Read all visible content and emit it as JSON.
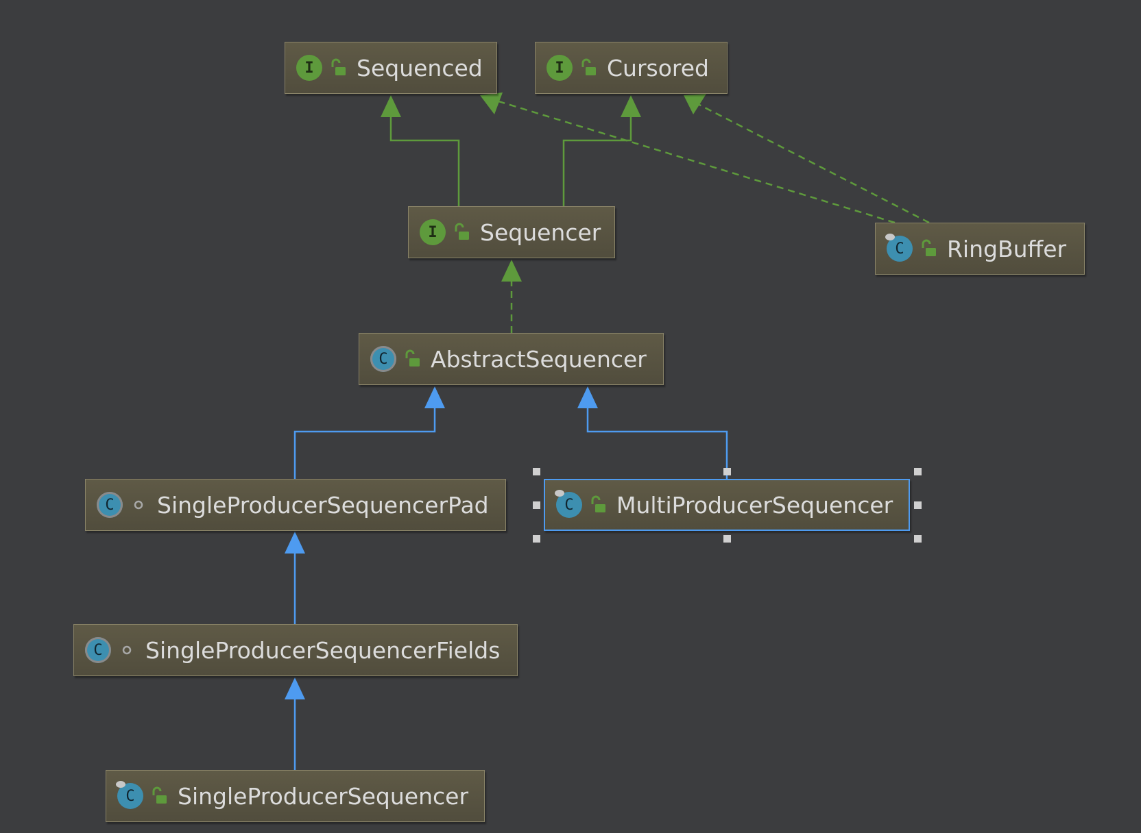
{
  "colors": {
    "background": "#3c3d3f",
    "interface_edge": "#5e9a3c",
    "class_edge": "#4e9bf0",
    "node_border": "#8a8468",
    "text": "#dcdcdc"
  },
  "nodes": [
    {
      "id": "sequenced",
      "label": "Sequenced",
      "kind": "interface",
      "kind_icon": "interface-icon",
      "visibility": "public"
    },
    {
      "id": "cursored",
      "label": "Cursored",
      "kind": "interface",
      "kind_icon": "interface-icon",
      "visibility": "public"
    },
    {
      "id": "sequencer",
      "label": "Sequencer",
      "kind": "interface",
      "kind_icon": "interface-icon",
      "visibility": "public"
    },
    {
      "id": "ringbuffer",
      "label": "RingBuffer",
      "kind": "class",
      "kind_icon": "final-class-icon",
      "visibility": "public"
    },
    {
      "id": "abstractsequencer",
      "label": "AbstractSequencer",
      "kind": "abstract",
      "kind_icon": "abstract-class-icon",
      "visibility": "public"
    },
    {
      "id": "spspad",
      "label": "SingleProducerSequencerPad",
      "kind": "abstract",
      "kind_icon": "abstract-class-icon",
      "visibility": "package-private"
    },
    {
      "id": "mps",
      "label": "MultiProducerSequencer",
      "kind": "class",
      "kind_icon": "final-class-icon",
      "visibility": "public",
      "selected": true
    },
    {
      "id": "spsfields",
      "label": "SingleProducerSequencerFields",
      "kind": "abstract",
      "kind_icon": "abstract-class-icon",
      "visibility": "package-private"
    },
    {
      "id": "sps",
      "label": "SingleProducerSequencer",
      "kind": "class",
      "kind_icon": "final-class-icon",
      "visibility": "public"
    }
  ],
  "edges": [
    {
      "from": "sequencer",
      "to": "sequenced",
      "type": "extends-interface"
    },
    {
      "from": "sequencer",
      "to": "cursored",
      "type": "extends-interface"
    },
    {
      "from": "ringbuffer",
      "to": "sequenced",
      "type": "implements"
    },
    {
      "from": "ringbuffer",
      "to": "cursored",
      "type": "implements"
    },
    {
      "from": "abstractsequencer",
      "to": "sequencer",
      "type": "implements"
    },
    {
      "from": "spspad",
      "to": "abstractsequencer",
      "type": "extends"
    },
    {
      "from": "mps",
      "to": "abstractsequencer",
      "type": "extends"
    },
    {
      "from": "spsfields",
      "to": "spspad",
      "type": "extends"
    },
    {
      "from": "sps",
      "to": "spsfields",
      "type": "extends"
    }
  ]
}
